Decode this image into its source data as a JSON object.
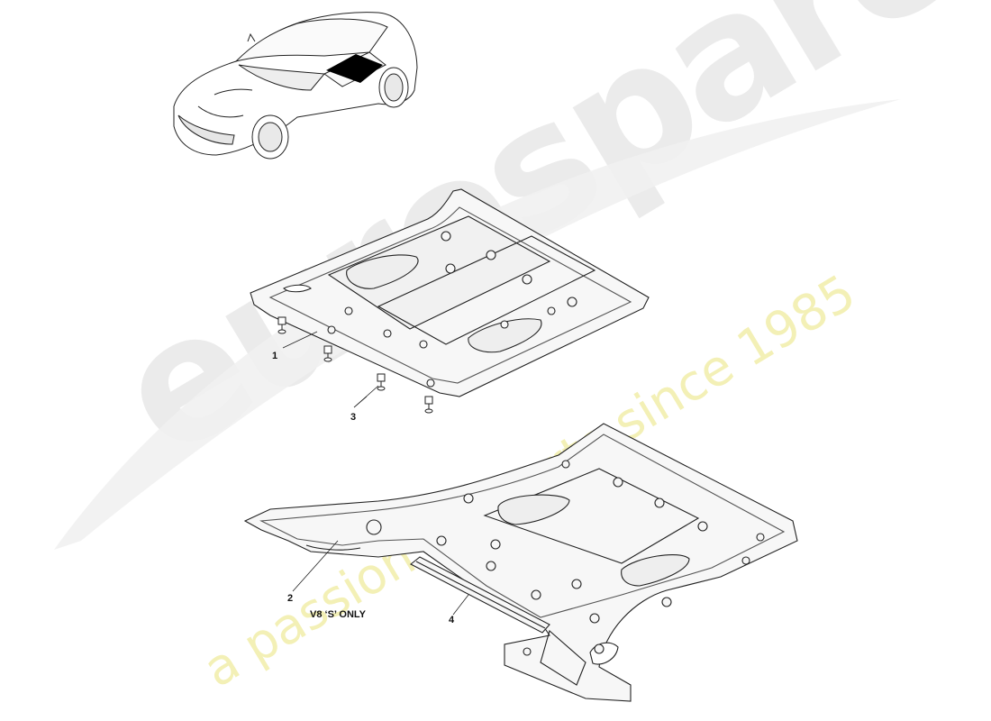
{
  "watermark": {
    "brand": "eurospares",
    "tagline": "a passion for parts since 1985",
    "brand_color": "#e9e9e9",
    "tagline_color": "#f2eeb0"
  },
  "callouts": [
    {
      "id": "1",
      "label": "1"
    },
    {
      "id": "2",
      "label": "2"
    },
    {
      "id": "3",
      "label": "3"
    },
    {
      "id": "4",
      "label": "4"
    }
  ],
  "note": "V8 ‘S’ ONLY",
  "colors": {
    "line": "#222222",
    "fill": "#f7f7f7",
    "highlight": "#000000"
  }
}
